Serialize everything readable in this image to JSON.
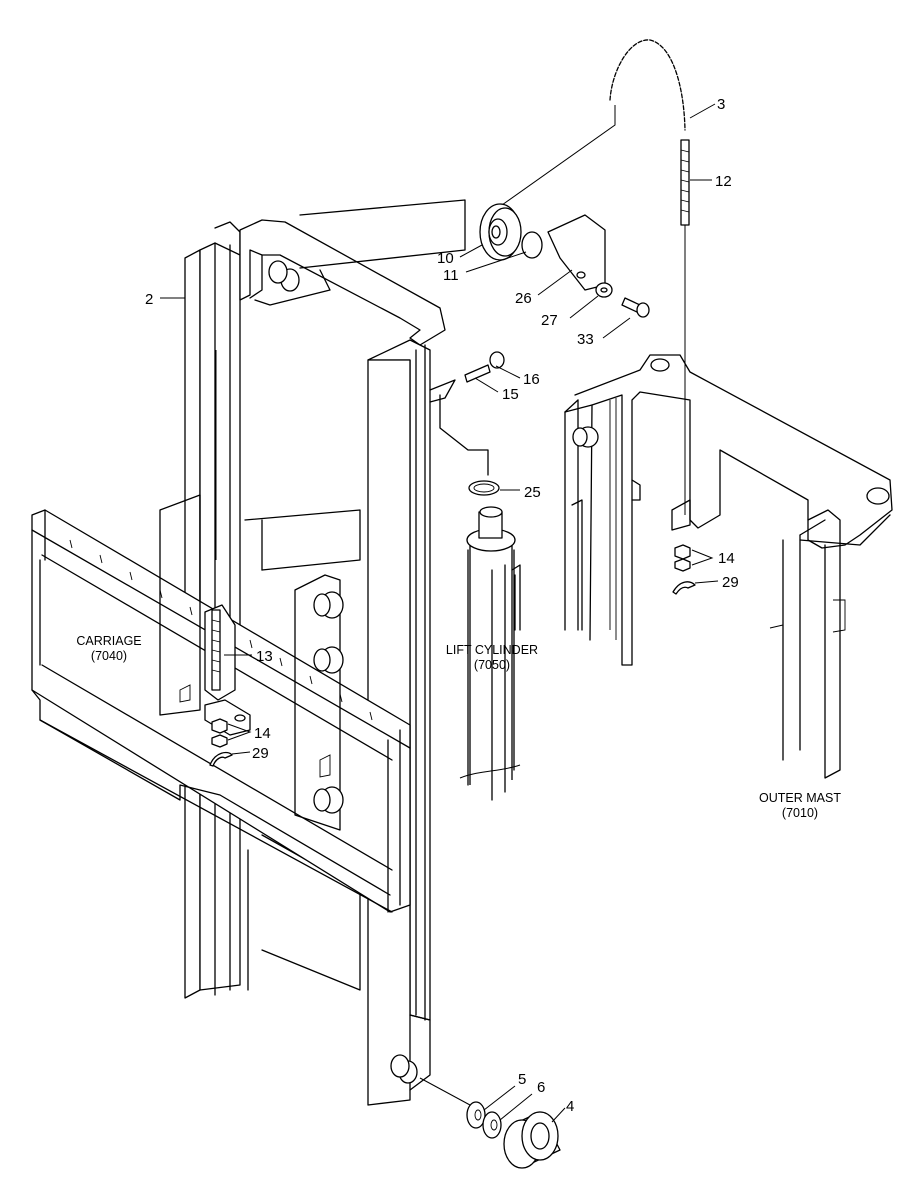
{
  "diagram": {
    "callouts": {
      "c2": "2",
      "c3": "3",
      "c12": "12",
      "c10": "10",
      "c11": "11",
      "c26": "26",
      "c27": "27",
      "c33": "33",
      "c16": "16",
      "c15": "15",
      "c25": "25",
      "c14a": "14",
      "c29a": "29",
      "c13": "13",
      "c14b": "14",
      "c29b": "29",
      "c5": "5",
      "c6": "6",
      "c4": "4"
    },
    "assemblies": {
      "carriage": {
        "name": "CARRIAGE",
        "code": "(7040)"
      },
      "lift_cylinder": {
        "name": "LIFT CYLINDER",
        "code": "(7050)"
      },
      "outer_mast": {
        "name": "OUTER MAST",
        "code": "(7010)"
      }
    }
  }
}
